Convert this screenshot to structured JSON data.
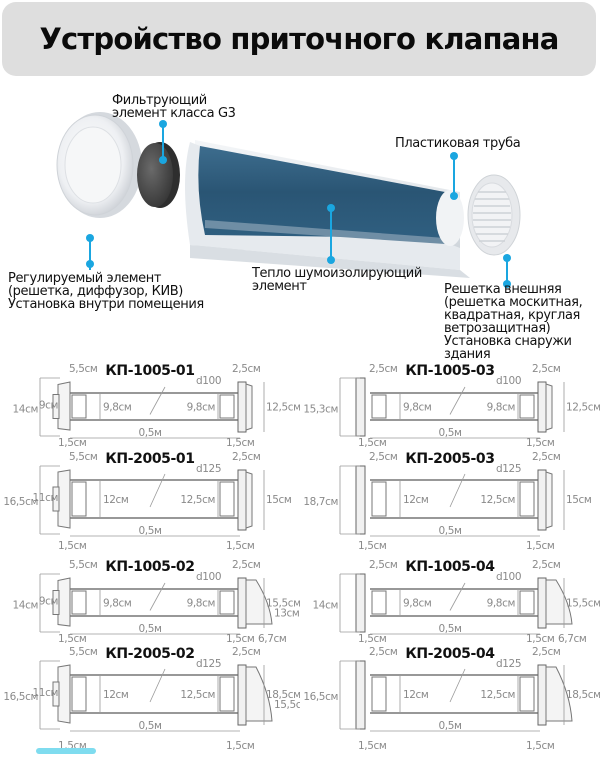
{
  "title": "Устройство приточного клапана",
  "components": {
    "filter": [
      "Фильтрующий",
      "элемент класса G3"
    ],
    "pipe": [
      "Пластиковая труба"
    ],
    "regulator": [
      "Регулируемый элемент",
      "(решетка, диффузор, КИВ)",
      "Установка внутри помещения"
    ],
    "insulation": [
      "Тепло шумоизолирующий",
      "элемент"
    ],
    "outer_grille": [
      "Решетка внешняя",
      "(решетка москитная,",
      "квадратная, круглая",
      "ветрозащитная)",
      "Установка снаружи",
      "здания"
    ]
  },
  "colors": {
    "accent": "#1aa6e0",
    "title_bg": "#dedede",
    "dimension_line": "#9a9a9a",
    "insulation": "#2e5a78"
  },
  "models": [
    {
      "name": "КП-1005-01",
      "left_type": "diffuser",
      "right_type": "grille",
      "left_top": "5,5см",
      "left_outer": "14см",
      "left_inner": "9см",
      "left_bottom": "1,5см",
      "pipe_left": "9,8см",
      "pipe_right": "9,8см",
      "diameter": "d100",
      "length": "0,5м",
      "right_top": "2,5см",
      "right_outer": "12,5см",
      "right_bottom": "1,5см",
      "right_extra": "",
      "right_depth": ""
    },
    {
      "name": "КП-1005-03",
      "left_type": "flat",
      "right_type": "grille",
      "left_top": "2,5см",
      "left_outer": "15,3см",
      "left_inner": "",
      "left_bottom": "1,5см",
      "pipe_left": "9,8см",
      "pipe_right": "9,8см",
      "diameter": "d100",
      "length": "0,5м",
      "right_top": "2,5см",
      "right_outer": "12,5см",
      "right_bottom": "1,5см",
      "right_extra": "",
      "right_depth": ""
    },
    {
      "name": "КП-2005-01",
      "left_type": "diffuser",
      "right_type": "grille",
      "left_top": "5,5см",
      "left_outer": "16,5см",
      "left_inner": "11см",
      "left_bottom": "1,5см",
      "pipe_left": "12см",
      "pipe_right": "12,5см",
      "diameter": "d125",
      "length": "0,5м",
      "right_top": "2,5см",
      "right_outer": "15см",
      "right_bottom": "1,5см",
      "right_extra": "",
      "right_depth": ""
    },
    {
      "name": "КП-2005-03",
      "left_type": "flat",
      "right_type": "grille",
      "left_top": "2,5см",
      "left_outer": "18,7см",
      "left_inner": "",
      "left_bottom": "1,5см",
      "pipe_left": "12см",
      "pipe_right": "12,5см",
      "diameter": "d125",
      "length": "0,5м",
      "right_top": "2,5см",
      "right_outer": "15см",
      "right_bottom": "1,5см",
      "right_extra": "",
      "right_depth": ""
    },
    {
      "name": "КП-1005-02",
      "left_type": "diffuser",
      "right_type": "hood",
      "left_top": "5,5см",
      "left_outer": "14см",
      "left_inner": "9см",
      "left_bottom": "1,5см",
      "pipe_left": "9,8см",
      "pipe_right": "9,8см",
      "diameter": "d100",
      "length": "0,5м",
      "right_top": "2,5см",
      "right_outer": "15,5см",
      "right_bottom": "1,5см",
      "right_extra": "13см",
      "right_depth": "6,7см"
    },
    {
      "name": "КП-1005-04",
      "left_type": "flat",
      "right_type": "hood",
      "left_top": "2,5см",
      "left_outer": "14см",
      "left_inner": "",
      "left_bottom": "1,5см",
      "pipe_left": "9,8см",
      "pipe_right": "9,8см",
      "diameter": "d100",
      "length": "0,5м",
      "right_top": "2,5см",
      "right_outer": "15,5см",
      "right_bottom": "1,5см",
      "right_extra": "",
      "right_depth": "6,7см"
    },
    {
      "name": "КП-2005-02",
      "left_type": "diffuser",
      "right_type": "hood",
      "left_top": "5,5см",
      "left_outer": "16,5см",
      "left_inner": "11см",
      "left_bottom": "1,5см",
      "pipe_left": "12см",
      "pipe_right": "12,5см",
      "diameter": "d125",
      "length": "0,5м",
      "right_top": "2,5см",
      "right_outer": "18,5см",
      "right_bottom": "1,5см",
      "right_extra": "15,5см",
      "right_depth": ""
    },
    {
      "name": "КП-2005-04",
      "left_type": "flat",
      "right_type": "hood",
      "left_top": "2,5см",
      "left_outer": "16,5см",
      "left_inner": "",
      "left_bottom": "1,5см",
      "pipe_left": "12см",
      "pipe_right": "12,5см",
      "diameter": "d125",
      "length": "0,5м",
      "right_top": "2,5см",
      "right_outer": "18,5см",
      "right_bottom": "1,5см",
      "right_extra": "",
      "right_depth": ""
    }
  ]
}
